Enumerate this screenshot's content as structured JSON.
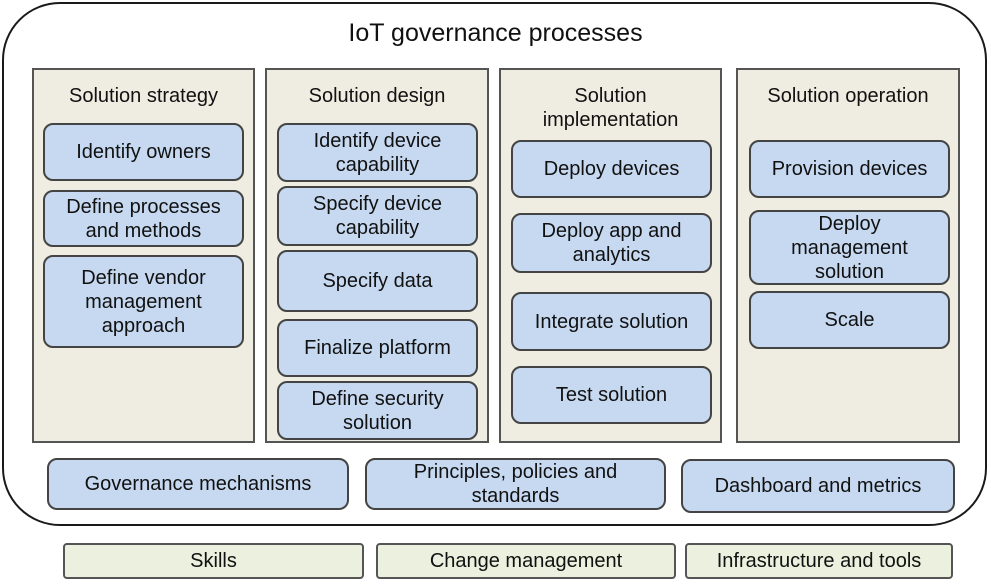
{
  "title": "IoT governance processes",
  "columns": [
    {
      "title": "Solution strategy",
      "items": [
        "Identify owners",
        "Define processes\nand methods",
        "Define vendor\nmanagement\napproach"
      ]
    },
    {
      "title": "Solution design",
      "items": [
        "Identify device\ncapability",
        "Specify device\ncapability",
        "Specify data",
        "Finalize platform",
        "Define security\nsolution"
      ]
    },
    {
      "title": "Solution\nimplementation",
      "items": [
        "Deploy devices",
        "Deploy app and\nanalytics",
        "Integrate solution",
        "Test solution"
      ]
    },
    {
      "title": "Solution operation",
      "items": [
        "Provision devices",
        "Deploy\nmanagement\nsolution",
        "Scale"
      ]
    }
  ],
  "cross_cutting": [
    "Governance mechanisms",
    "Principles, policies and\nstandards",
    "Dashboard and metrics"
  ],
  "foundation": [
    "Skills",
    "Change management",
    "Infrastructure and tools"
  ],
  "colors": {
    "column_fill": "#efece1",
    "process_box_fill": "#c6d9f1",
    "foundation_fill": "#ebf1de"
  }
}
